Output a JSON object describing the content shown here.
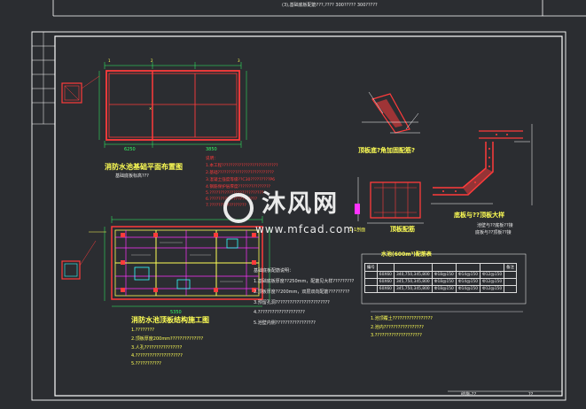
{
  "drawing": {
    "top_strip_text": "(3),基础底板配筋???,????  300?????  300?????",
    "title_foundation_plan": "消防水池基础平面布置图",
    "subtitle_foundation_plan": "基础底板标高???",
    "title_structure_plan": "消防水池顶板结构施工图",
    "detail_label_corner": "顶板底?角加固配筋?",
    "detail_label_wall": "底板与??顶板大样",
    "detail_label_section_a": "顶板配筋",
    "detail_label_section_b": "1-1剖面",
    "wall_note_1": "池壁与??底板??接",
    "wall_note_2": "底板与??顶板??接",
    "spec_table_title": "水池(600m³)配筋表",
    "spec_table_headers": [
      "编号",
      "",
      "",
      "",
      "",
      "",
      "备注"
    ],
    "spec_table_rows": [
      [
        "",
        "60X60",
        "340,750,345,800",
        "Ф18@150",
        "Ф14@150",
        "Ф12@150",
        ""
      ],
      [
        "",
        "60X60",
        "345,750,345,800",
        "Ф18@150",
        "Ф14@150",
        "Ф12@150",
        ""
      ],
      [
        "",
        "60X60",
        "345,750,345,800",
        "Ф18@150",
        "Ф14@150",
        "Ф12@150",
        ""
      ]
    ],
    "red_notes": [
      "说明：",
      "1.本工程??????????????????????????",
      "2.基础??????????????????????????",
      "3.混凝土强度等级??C30?????????P6",
      "4.钢筋保护层厚度???????????????",
      "5.?????????????????????????",
      "6.??????????????????????",
      "7.?????????????????"
    ],
    "white_notes_mid": [
      "基础底板配筋说明：",
      "1.基础底板厚度??250mm，配筋见大样?????????",
      "2.顶板厚度??200mm，双层双向配筋?????????",
      "3.预留孔洞???????????????????????",
      "4.????????????????????",
      "5.池壁内侧?????????????????"
    ],
    "yellow_notes_left": [
      "1.????????",
      "2.顶板厚度200mm??????????????",
      "3.人孔????????????????",
      "4.????????????????????",
      "5.???????????"
    ],
    "right_notes": [
      "1.池顶覆土?????????????????",
      "2.池内?????????????????",
      "3.????????????????????"
    ],
    "dim_labels": [
      "6250",
      "3850",
      "5350",
      "5350"
    ],
    "page_number": "??",
    "drawing_number": "结施-??"
  },
  "watermark": {
    "brand": "沐风网",
    "url": "www.mfcad.com"
  },
  "colors": {
    "background": "#2b2d31",
    "frame": "#ffffff",
    "concrete": "#ff3b3b",
    "annotation": "#ffff55",
    "magenta": "#ff33ff",
    "green": "#33ff66",
    "cyan": "#33ffff"
  }
}
